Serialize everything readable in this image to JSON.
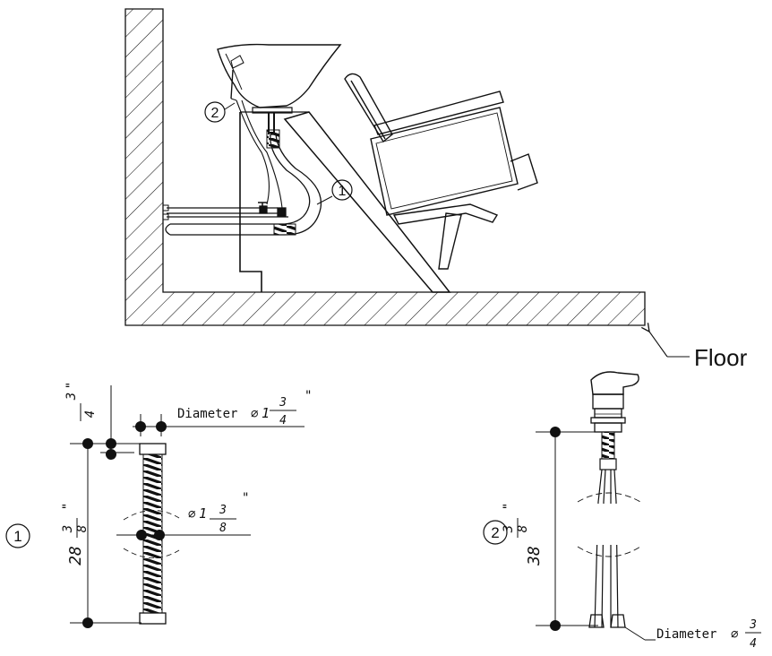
{
  "labels": {
    "floor": "Floor",
    "callout_hose": "1",
    "callout_faucet": "2"
  },
  "hose_detail": {
    "callout": "1",
    "length_whole": "28",
    "length_num": "3",
    "length_den": "8",
    "length_unit": "\"",
    "end_num": "3",
    "end_den": "4",
    "end_unit": "\"",
    "outer_diameter_text": "Diameter",
    "outer_diameter_symbol": "⌀",
    "outer_diameter_whole": "1",
    "outer_diameter_num": "3",
    "outer_diameter_den": "4",
    "outer_diameter_unit": "\"",
    "inner_diameter_symbol": "⌀",
    "inner_diameter_whole": "1",
    "inner_diameter_num": "3",
    "inner_diameter_den": "8",
    "inner_diameter_unit": "\""
  },
  "faucet_detail": {
    "callout": "2",
    "length_whole": "38",
    "length_num": "3",
    "length_den": "8",
    "length_unit": "\"",
    "diameter_text": "Diameter",
    "diameter_symbol": "⌀",
    "diameter_num": "3",
    "diameter_den": "4"
  },
  "colors": {
    "line": "#111111",
    "hatch": "#111111",
    "background": "#ffffff"
  }
}
